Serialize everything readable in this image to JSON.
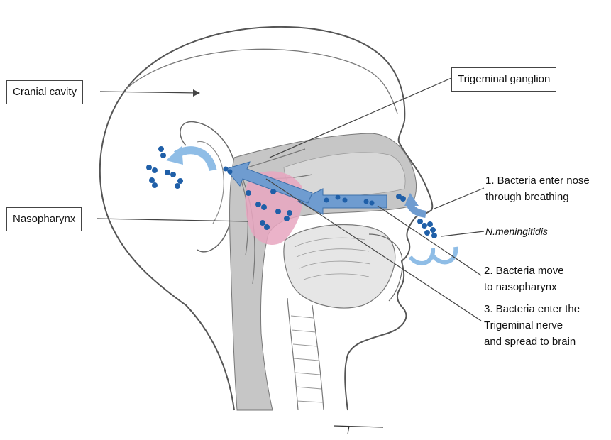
{
  "labels": {
    "cranial_cavity": "Cranial cavity",
    "trigeminal_ganglion": "Trigeminal ganglion",
    "nasopharynx": "Nasopharynx",
    "organism": "N.meningitidis",
    "step1_line1": "1. Bacteria enter nose",
    "step1_line2": "through breathing",
    "step2_line1": "2. Bacteria move",
    "step2_line2": "to nasopharynx",
    "step3_line1": "3. Bacteria enter the",
    "step3_line2": "Trigeminal nerve",
    "step3_line3": "and spread to brain"
  },
  "colors": {
    "bacteria": "#1f5fa8",
    "arrow_fill": "#6f9cd0",
    "airflow": "#8fbde6",
    "nasopharynx_highlight": "#e8a6bf",
    "airway_gray": "#c6c6c6",
    "outline": "#555555"
  }
}
